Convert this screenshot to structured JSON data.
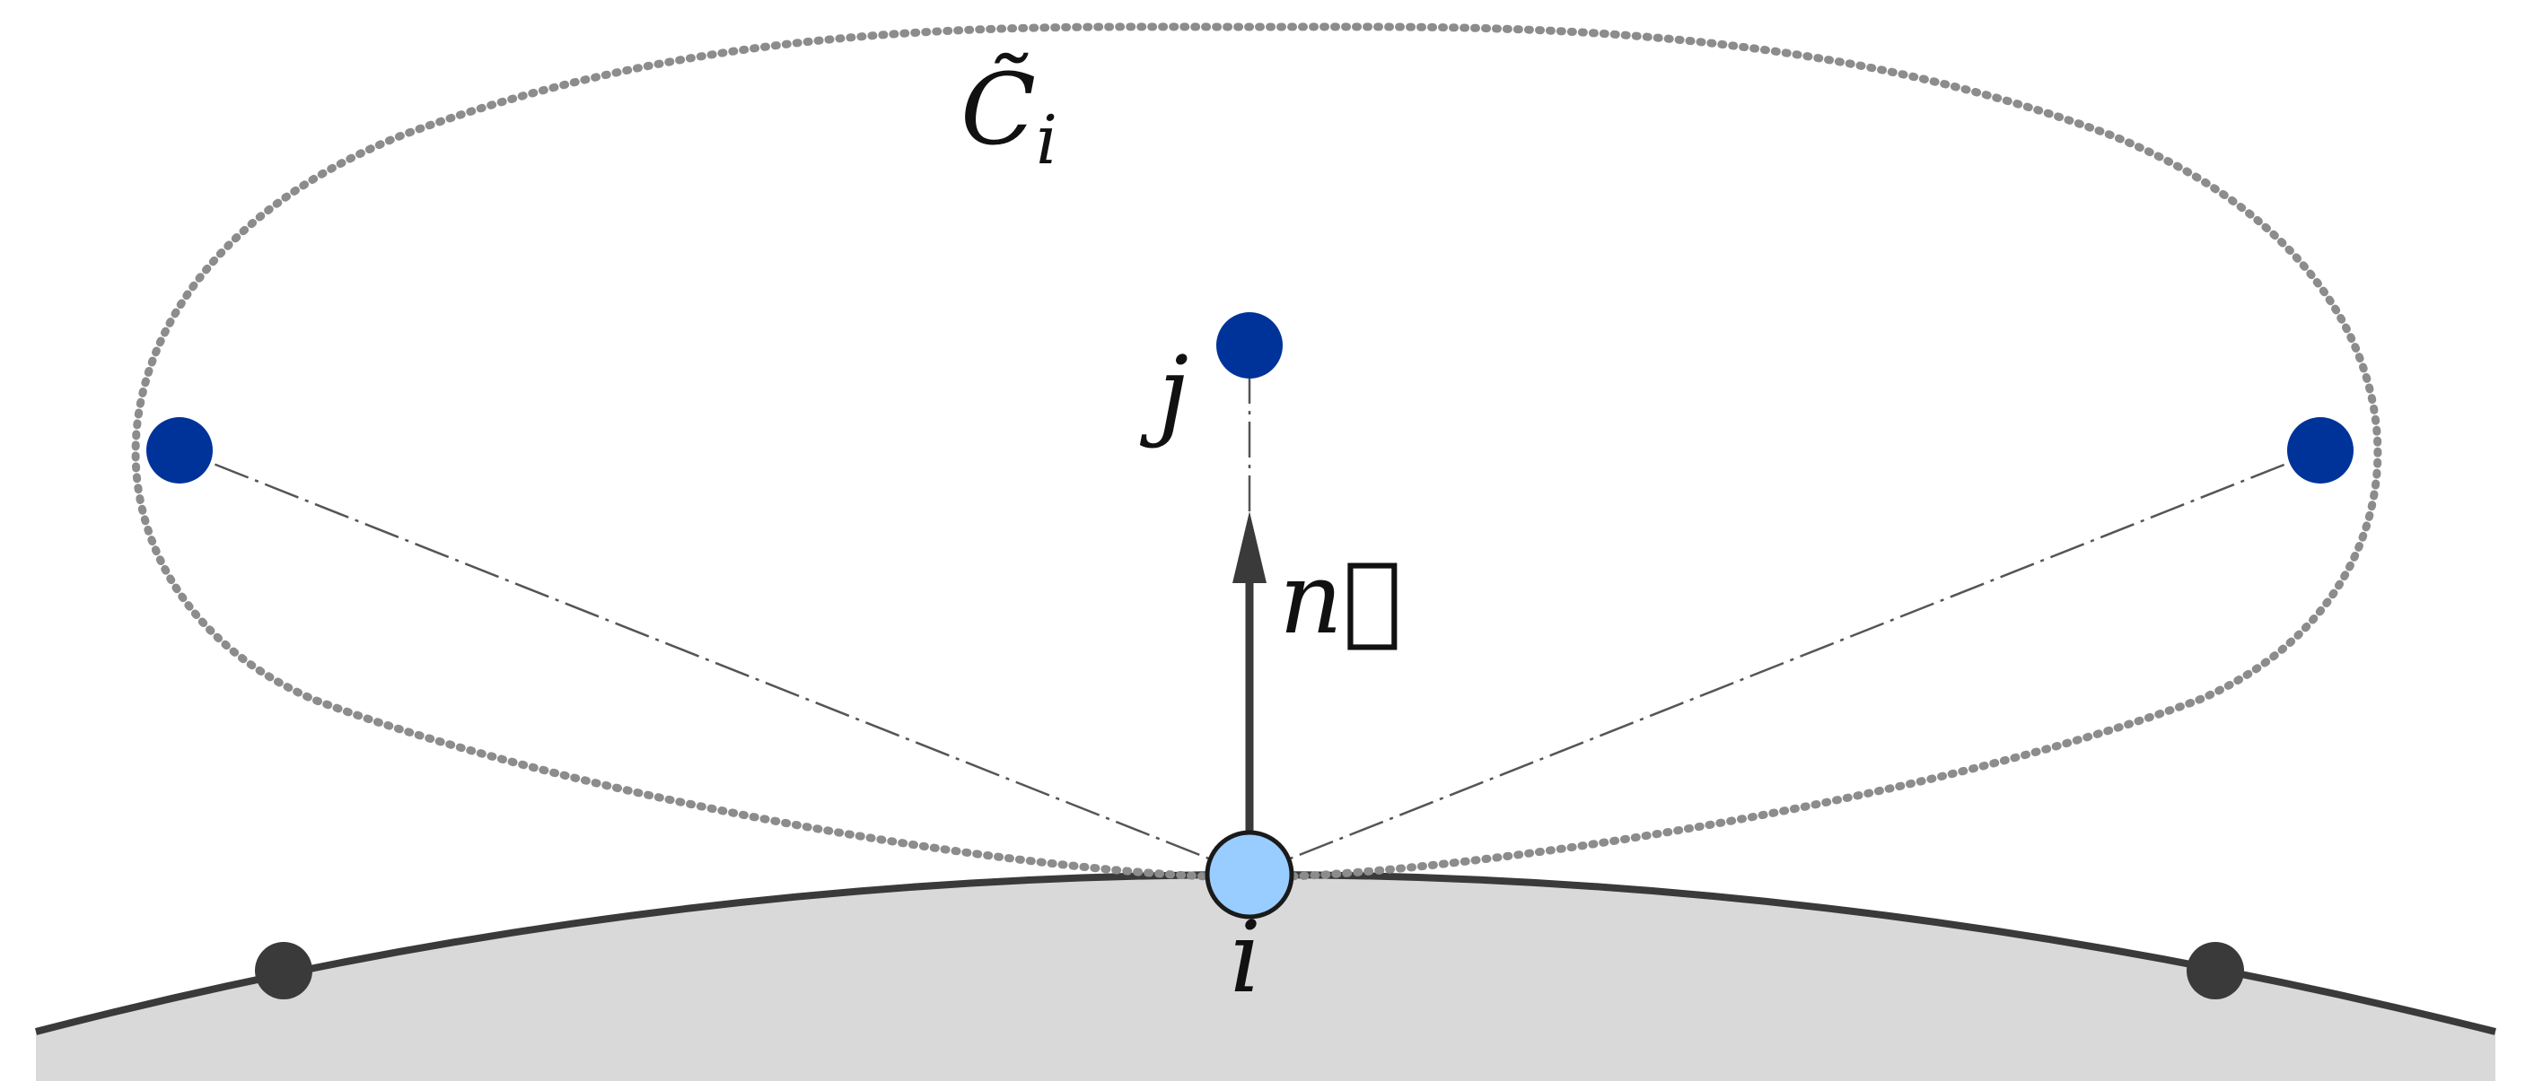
{
  "labels": {
    "region": "C̃",
    "region_subscript": "i",
    "point_i": "i",
    "point_j": "j",
    "normal": "n⃗"
  },
  "colors": {
    "surface_fill": "#d9d9d9",
    "surface_stroke": "#3a3a3a",
    "neighbor_point": "#003399",
    "center_point": "#99ccff",
    "surface_point": "#3a3a3a",
    "dotted_boundary": "#8c8c8c",
    "arrow": "#3a3a3a"
  }
}
